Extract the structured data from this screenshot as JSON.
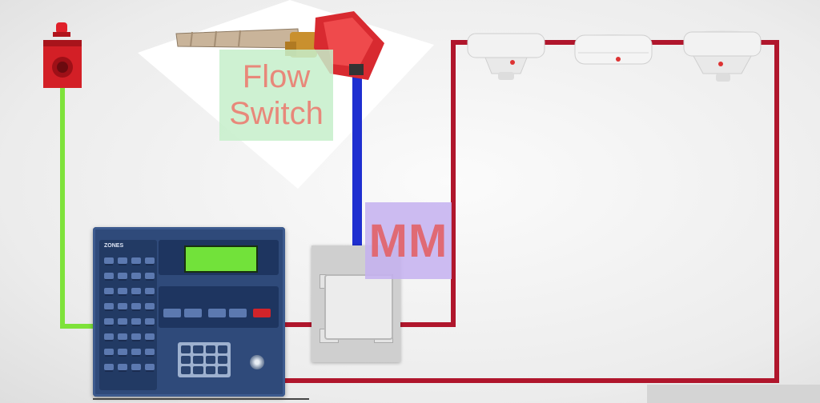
{
  "labels": {
    "flow_switch": [
      "Flow",
      "Switch"
    ],
    "monitor_module": "MM",
    "panel_zones": "ZONES"
  },
  "colors": {
    "notification_wire": "#7ee23a",
    "signal_wire": "#1f2fd0",
    "initiating_loop_wire": "#b0162c",
    "panel_body": "#2f4a7a",
    "panel_lcd": "#72e23a"
  },
  "icons": {
    "strobe": "strobe-horn-icon",
    "flow_switch": "flow-switch-icon",
    "smoke_detector": "smoke-detector-icon",
    "heat_detector": "heat-detector-icon",
    "monitor_module": "monitor-module-icon",
    "control_panel": "fire-alarm-panel-icon"
  }
}
